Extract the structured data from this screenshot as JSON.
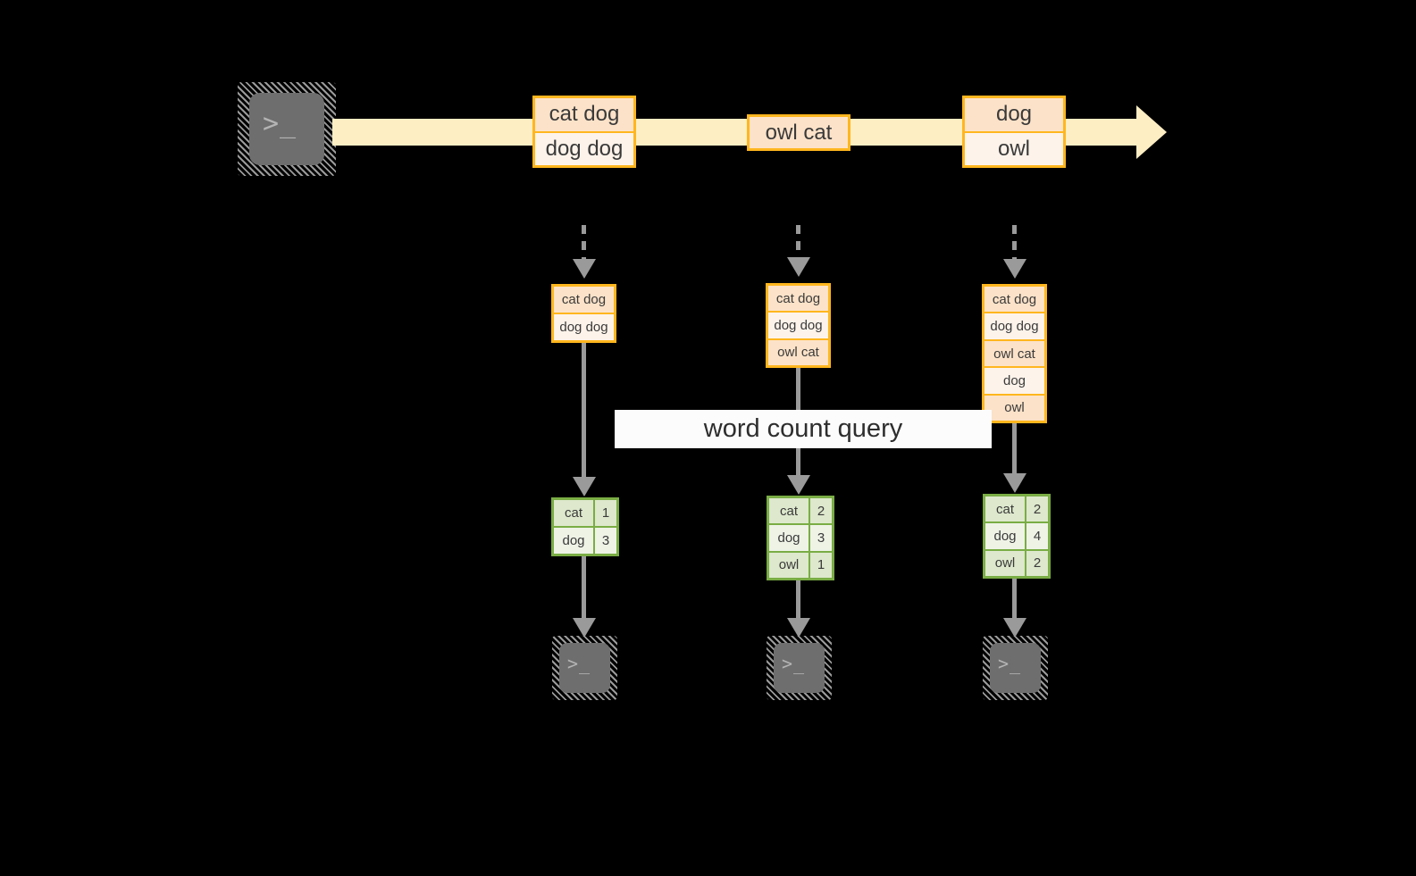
{
  "diagram": {
    "background": "#000000",
    "accent_orange": "#ffb61e",
    "accent_green": "#7aad45",
    "stream_fill": "#fdeec4",
    "connector_gray": "#9a9a9a",
    "query_label": "word count query",
    "source_icon": "terminal-icon",
    "source_glyph": ">_",
    "sink_icon": "terminal-icon",
    "sink_glyph": ">_"
  },
  "stream": {
    "records": [
      {
        "id": "record-group-1",
        "lines": [
          "cat dog",
          "dog dog"
        ]
      },
      {
        "id": "record-group-2",
        "lines": [
          "owl cat"
        ]
      },
      {
        "id": "record-group-3",
        "lines": [
          "dog",
          "owl"
        ]
      }
    ]
  },
  "snapshots": [
    {
      "id": "snapshot-1",
      "input_lines": [
        "cat dog",
        "dog dog"
      ],
      "result": {
        "rows": [
          {
            "word": "cat",
            "count": "1"
          },
          {
            "word": "dog",
            "count": "3"
          }
        ]
      }
    },
    {
      "id": "snapshot-2",
      "input_lines": [
        "cat dog",
        "dog dog",
        "owl cat"
      ],
      "result": {
        "rows": [
          {
            "word": "cat",
            "count": "2"
          },
          {
            "word": "dog",
            "count": "3"
          },
          {
            "word": "owl",
            "count": "1"
          }
        ]
      }
    },
    {
      "id": "snapshot-3",
      "input_lines": [
        "cat dog",
        "dog dog",
        "owl cat",
        "dog",
        "owl"
      ],
      "result": {
        "rows": [
          {
            "word": "cat",
            "count": "2"
          },
          {
            "word": "dog",
            "count": "4"
          },
          {
            "word": "owl",
            "count": "2"
          }
        ]
      }
    }
  ]
}
